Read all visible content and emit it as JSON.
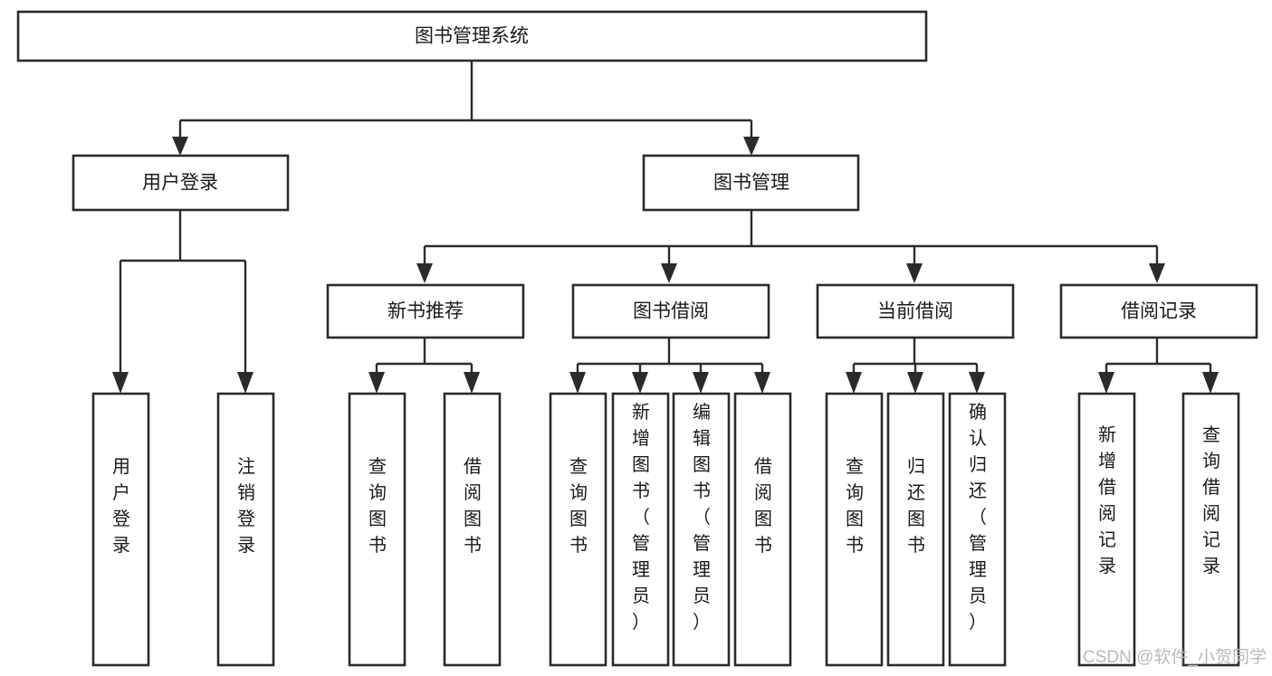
{
  "diagram": {
    "title": "图书管理系统",
    "type": "hierarchy-tree",
    "root": {
      "id": "root",
      "label": "图书管理系统"
    },
    "level2": [
      {
        "id": "user-login",
        "label": "用户登录"
      },
      {
        "id": "book-manage",
        "label": "图书管理"
      }
    ],
    "level3": [
      {
        "id": "new-book-recommend",
        "label": "新书推荐"
      },
      {
        "id": "book-borrow",
        "label": "图书借阅"
      },
      {
        "id": "current-borrow",
        "label": "当前借阅"
      },
      {
        "id": "borrow-record",
        "label": "借阅记录"
      }
    ],
    "leaves": {
      "user_login": [
        {
          "id": "leaf-user-login",
          "label": "用户登录"
        },
        {
          "id": "leaf-logout-login",
          "label": "注销登录"
        }
      ],
      "new_book_recommend": [
        {
          "id": "leaf-query-book-1",
          "label": "查询图书"
        },
        {
          "id": "leaf-borrow-book-1",
          "label": "借阅图书"
        }
      ],
      "book_borrow": [
        {
          "id": "leaf-query-book-2",
          "label": "查询图书"
        },
        {
          "id": "leaf-add-book",
          "label": "新增图书（管理员）"
        },
        {
          "id": "leaf-edit-book",
          "label": "编辑图书（管理员）"
        },
        {
          "id": "leaf-borrow-book-2",
          "label": "借阅图书"
        }
      ],
      "current_borrow": [
        {
          "id": "leaf-query-book-3",
          "label": "查询图书"
        },
        {
          "id": "leaf-return-book",
          "label": "归还图书"
        },
        {
          "id": "leaf-confirm-return",
          "label": "确认归还（管理员）"
        }
      ],
      "borrow_record": [
        {
          "id": "leaf-add-record",
          "label": "新增借阅记录"
        },
        {
          "id": "leaf-query-record",
          "label": "查询借阅记录"
        }
      ]
    }
  },
  "watermark": {
    "text": "CSDN @软件_小贺同学"
  },
  "colors": {
    "stroke": "#2b2b2b",
    "fill": "#ffffff",
    "text": "#1a1a1a",
    "watermark": "#b9b9b9"
  }
}
